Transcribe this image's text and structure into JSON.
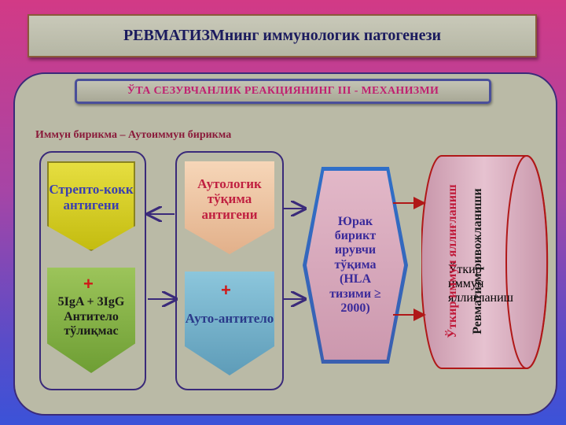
{
  "title": "РЕВМАТИЗМнинг иммунологик патогенези",
  "subtitle": "ЎТА  СЕЗУВЧАНЛИК  РЕАКЦИЯНИНГ  III - МЕХАНИЗМИ",
  "caption": "Иммун бирикма – Аутоиммун бирикма",
  "boxes": {
    "strepto_antigen": "Стрепто-кокк антигени",
    "antibody": "5IgA + 3IgG Антитело тўлиқмас",
    "auto_antigen": "Аутологик тўқима антигени",
    "auto_antibody": "Ауто-антитело",
    "heart_tissue": "Юрак бирикт ирувчи тўқима (HLA тизими     ≥ 2000)",
    "outcome_acute": "Ўткир иммун яллиғланиш",
    "outcome_rheumatism": "Ревматизм ривожланиши"
  },
  "signs": {
    "plus": "+"
  },
  "colors": {
    "title_text": "#1b1b5e",
    "subtitle_text": "#c02070",
    "strepto_fill": "#d4cc1a",
    "antibody_fill": "#8ab448",
    "auto_antigen_fill": "#eec6a2",
    "auto_antibody_fill": "#78b4cc",
    "heart_fill": "#d9a8bc",
    "cylinder_fill": "#d9b0c0",
    "arrow": "#b01818"
  }
}
